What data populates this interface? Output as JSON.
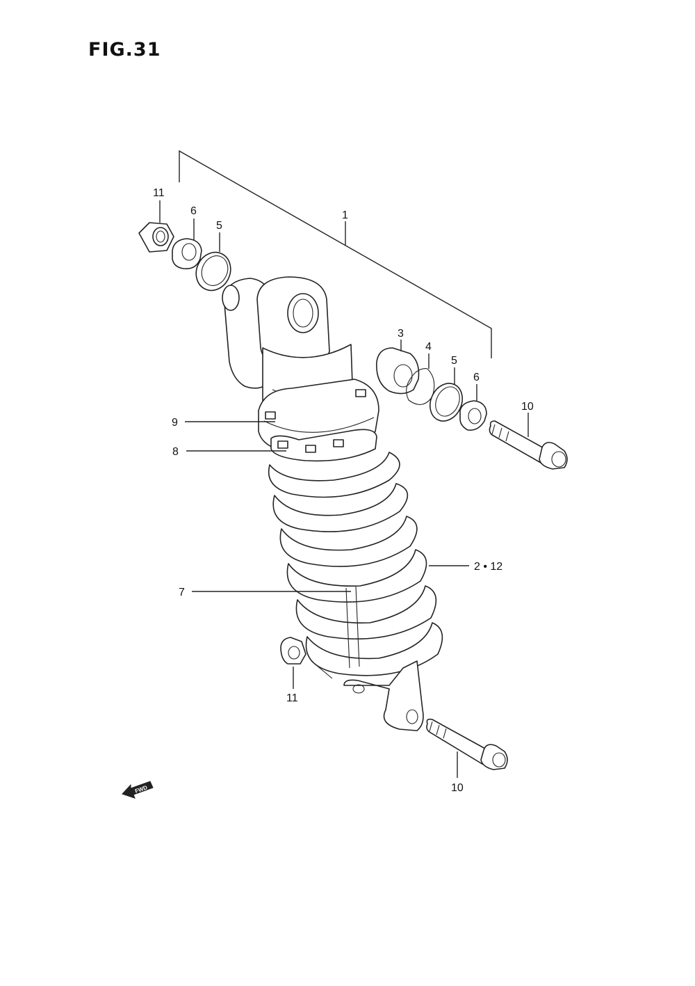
{
  "figure": {
    "title": "FIG.31"
  },
  "callouts": {
    "assembly": "1",
    "shock_unit": "2 • 12",
    "bearing": "3",
    "snap_ring": "4",
    "seal_upper": "5",
    "seal_right": "5",
    "spacer_upper": "6",
    "spacer_right": "6",
    "spring": "7",
    "lock_nut": "8",
    "adjuster_nut": "9",
    "bolt_upper": "10",
    "bolt_lower": "10",
    "nut_upper": "11",
    "nut_lower": "11"
  },
  "fwd_badge": "FWD"
}
